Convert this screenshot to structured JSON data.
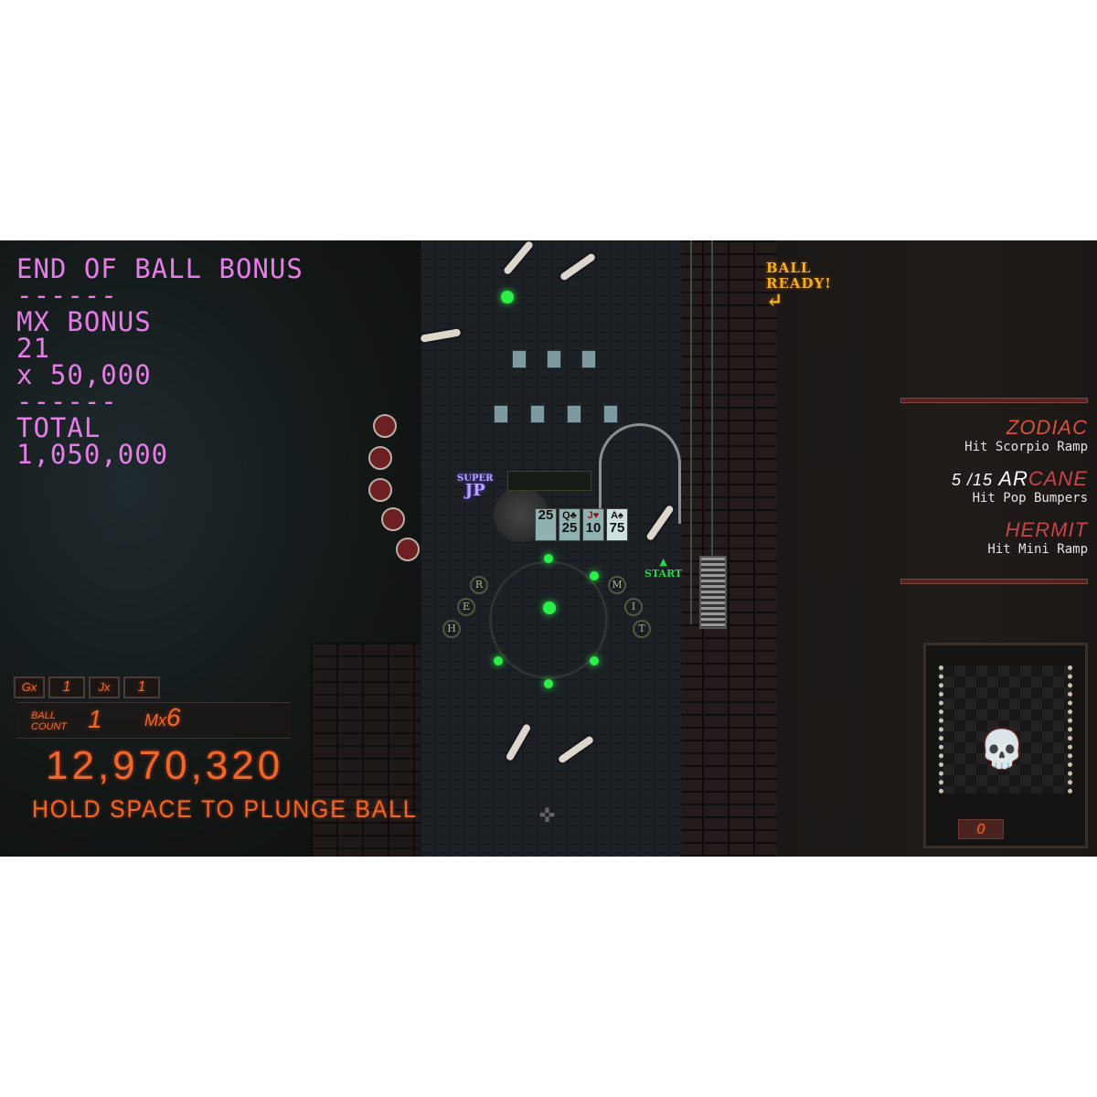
{
  "bonus": {
    "title": "END OF BALL BONUS",
    "divider": "------",
    "label": "MX BONUS",
    "count": "21",
    "multiplier": "x 50,000",
    "divider2": "------",
    "total_label": "TOTAL",
    "total": "1,050,000"
  },
  "ball_ready": {
    "line1": "BALL",
    "line2": "READY!"
  },
  "missions": [
    {
      "title": "ZODIAC",
      "desc": "Hit Scorpio Ramp"
    },
    {
      "progress": "5 /15",
      "title_lit": "AR",
      "title_rest": "CANE",
      "desc": "Hit Pop Bumpers"
    },
    {
      "title": "HERMIT",
      "desc": "Hit Mini Ramp"
    }
  ],
  "hud": {
    "gx_label": "Gx",
    "gx_value": "1",
    "jx_label": "Jx",
    "jx_value": "1",
    "ball_label_1": "BALL",
    "ball_label_2": "COUNT",
    "ball_count": "1",
    "mx_label": "Mx",
    "mx_value": "6",
    "score": "12,970,320",
    "message": "HOLD SPACE TO PLUNGE BALL"
  },
  "playfield": {
    "super_label": "SUPER",
    "jp_label": "JP",
    "start_label": "START",
    "cards": [
      {
        "rank": "",
        "value": "25"
      },
      {
        "rank": "Q♣",
        "value": "25"
      },
      {
        "rank": "J♥",
        "value": "10"
      },
      {
        "rank": "A♠",
        "value": "75"
      }
    ],
    "letters_left": [
      "R",
      "E",
      "H"
    ],
    "letters_right": [
      "M",
      "I",
      "T"
    ]
  },
  "skull_counter": "0",
  "colors": {
    "bonus": "#e77de8",
    "hud": "#f0672c",
    "mission": "#c8434a",
    "ball_ready": "#f0b020",
    "light": "#2cf04a"
  }
}
